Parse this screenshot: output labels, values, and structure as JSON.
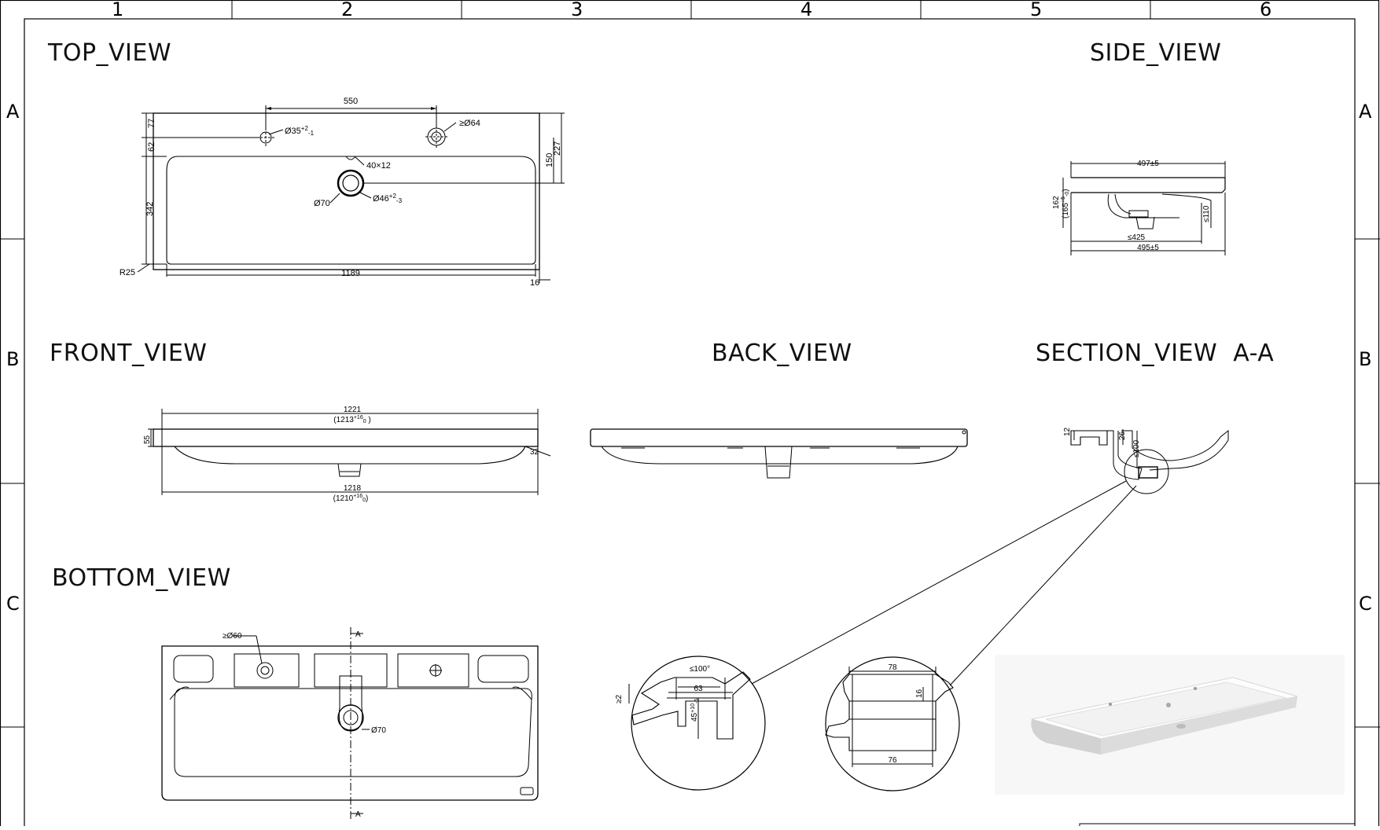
{
  "grid": {
    "columns": [
      "1",
      "2",
      "3",
      "4",
      "5",
      "6"
    ],
    "rows": [
      "A",
      "B",
      "C"
    ]
  },
  "views": {
    "top": "TOP_VIEW",
    "side": "SIDE_VIEW",
    "front": "FRONT_VIEW",
    "back": "BACK_VIEW",
    "section": "SECTION_VIEW  A-A",
    "bottom": "BOTTOM_VIEW"
  },
  "top_view_dims": {
    "tap_spacing": "550",
    "tap_hole": "Ø35",
    "tap_hole_tol": "+2",
    "tap_hole_tol2": "-1",
    "side_hole": "≥Ø64",
    "offset_77": "77",
    "offset_62": "62",
    "depth_150": "150",
    "depth_227": "227",
    "overflow": "40×12",
    "drain_outer": "Ø70",
    "drain_inner": "Ø46",
    "drain_tol": "+2",
    "drain_tol2": "-3",
    "height_342": "342",
    "radius": "R25",
    "width_1189": "1189",
    "edge_16": "16"
  },
  "side_view_dims": {
    "depth_top": "497±5",
    "height": "162",
    "height_alt": "(165",
    "height_alt_tol": "+5",
    "height_alt_tol2": "-0",
    "height_alt_end": ")",
    "le110": "≤110",
    "le425": "≤425",
    "depth_bottom": "495±5"
  },
  "front_view_dims": {
    "top_width": "1221",
    "top_width_alt": "(1213",
    "top_width_tol": "+16",
    "top_width_tol2": "0",
    "top_width_end": " )",
    "rim_55": "55",
    "edge_32": "32",
    "bottom_width": "1218",
    "bottom_width_alt": "(1210",
    "bottom_width_tol": "+16",
    "bottom_width_tol2": "0",
    "bottom_width_end": ")"
  },
  "section_view_dims": {
    "d12": "12",
    "d26": "26",
    "le100": "≤100"
  },
  "bottom_view_dims": {
    "hole": "≥Ø60",
    "drain": "Ø70",
    "section_mark": "A"
  },
  "detail1_dims": {
    "angle": "≤100°",
    "d63": "63",
    "d45": "45",
    "d45_tol": "+10",
    "d45_tol2": "-5",
    "ge2": "≥2"
  },
  "detail2_dims": {
    "d78": "78",
    "d16": "16",
    "d76": "76"
  }
}
